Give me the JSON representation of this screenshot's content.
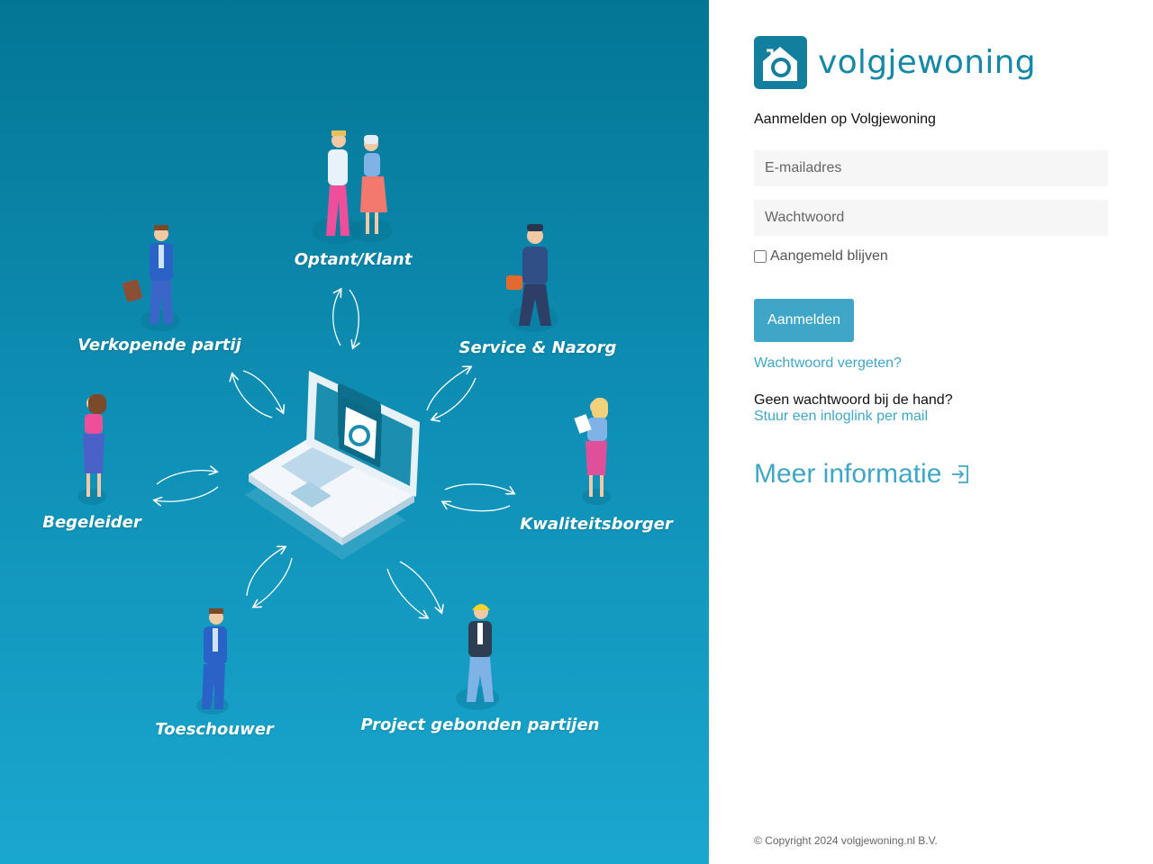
{
  "illustration": {
    "roles": [
      {
        "key": "optant",
        "label": "Optant/Klant"
      },
      {
        "key": "verkopende",
        "label": "Verkopende partij"
      },
      {
        "key": "service",
        "label": "Service & Nazorg"
      },
      {
        "key": "begeleider",
        "label": "Begeleider"
      },
      {
        "key": "kwaliteit",
        "label": "Kwaliteitsborger"
      },
      {
        "key": "toeschouwer",
        "label": "Toeschouwer"
      },
      {
        "key": "project",
        "label": "Project gebonden partijen"
      }
    ]
  },
  "brand": {
    "name": "volgjewoning",
    "color": "#1488a6",
    "accent": "#3fa6c8"
  },
  "login": {
    "heading": "Aanmelden op Volgjewoning",
    "email_placeholder": "E-mailadres",
    "password_placeholder": "Wachtwoord",
    "remember_label": "Aangemeld blijven",
    "submit_label": "Aanmelden",
    "forgot_label": "Wachtwoord vergeten?",
    "no_password_text": "Geen wachtwoord bij de hand?",
    "magic_link_label": "Stuur een inloglink per mail"
  },
  "more_info": {
    "label": "Meer informatie",
    "icon": "sign-in-icon"
  },
  "footer": {
    "copyright": "© Copyright 2024 volgjewoning.nl B.V."
  }
}
